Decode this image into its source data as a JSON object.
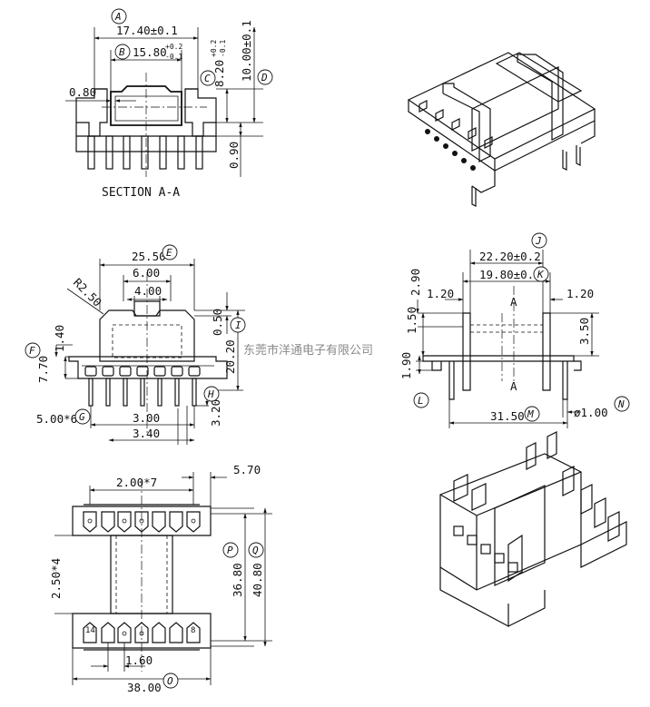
{
  "watermark": "东莞市洋通电子有限公司",
  "section": {
    "caption": "SECTION A-A",
    "dims": {
      "a": "17.40±0.1",
      "b": "15.80",
      "b_tol_up": "+0.2",
      "b_tol_dn": "-0.1",
      "c": "8.20",
      "c_tol_up": "+0.2",
      "c_tol_dn": "-0.1",
      "d": "10.00±0.1",
      "wall": "0.80",
      "pin": "0.90"
    }
  },
  "front": {
    "dims": {
      "e": "25.50",
      "top_w": "6.00",
      "slot": "4.00",
      "radius": "R2.50",
      "i": "0.50",
      "h_total": "20.20",
      "f": "1.40",
      "base": "7.70",
      "g": "5.00*6",
      "pin_len": "3.00",
      "pin_h": "3.20",
      "pin_sp": "3.40"
    }
  },
  "side": {
    "dims": {
      "j": "22.20±0.2",
      "k": "19.80±0.2",
      "top_h": "2.90",
      "flange_l": "1.20",
      "flange_r": "1.20",
      "section_mark": "A",
      "left_h": "1.50",
      "right_h": "3.50",
      "l": "1.90",
      "m": "31.50",
      "n": "ø1.00"
    }
  },
  "bottom": {
    "dims": {
      "pitch": "2.00*7",
      "edge": "5.70",
      "row_sp": "2.50*4",
      "p": "36.80",
      "q": "40.80",
      "pad": "1.60",
      "o": "38.00"
    },
    "pin_labels": [
      "14",
      "8"
    ]
  },
  "refs": [
    "A",
    "B",
    "C",
    "D",
    "E",
    "F",
    "G",
    "H",
    "I",
    "J",
    "K",
    "L",
    "M",
    "N",
    "O",
    "P",
    "Q"
  ]
}
